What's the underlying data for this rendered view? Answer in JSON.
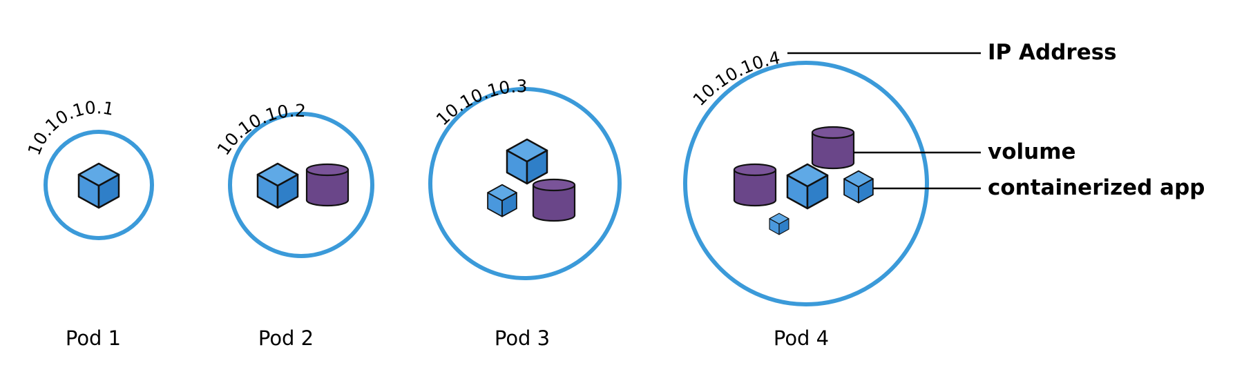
{
  "colors": {
    "pod_outline": "#3b9ad9",
    "container": "#3f8fd6",
    "container_shade_top": "#5fa9e6",
    "container_shade_left": "#4a98dd",
    "container_shade_right": "#2f7fc8",
    "volume": "#6a4689",
    "volume_top": "#7a5499",
    "outline": "#111111"
  },
  "pods": [
    {
      "label": "Pod 1",
      "ip": "10.10.10.1",
      "contents": [
        {
          "kind": "container",
          "icon": "cube-icon"
        }
      ]
    },
    {
      "label": "Pod 2",
      "ip": "10.10.10.2",
      "contents": [
        {
          "kind": "container",
          "icon": "cube-icon"
        },
        {
          "kind": "volume",
          "icon": "cylinder-icon"
        }
      ]
    },
    {
      "label": "Pod 3",
      "ip": "10.10.10.3",
      "contents": [
        {
          "kind": "container",
          "icon": "cube-icon"
        },
        {
          "kind": "container",
          "icon": "cube-icon"
        },
        {
          "kind": "volume",
          "icon": "cylinder-icon"
        }
      ]
    },
    {
      "label": "Pod 4",
      "ip": "10.10.10.4",
      "contents": [
        {
          "kind": "volume",
          "icon": "cylinder-icon"
        },
        {
          "kind": "volume",
          "icon": "cylinder-icon"
        },
        {
          "kind": "container",
          "icon": "cube-icon"
        },
        {
          "kind": "container",
          "icon": "cube-icon"
        },
        {
          "kind": "container",
          "icon": "cube-icon"
        }
      ]
    }
  ],
  "legend": {
    "ip_address": "IP Address",
    "volume": "volume",
    "containerized_app": "containerized app"
  }
}
